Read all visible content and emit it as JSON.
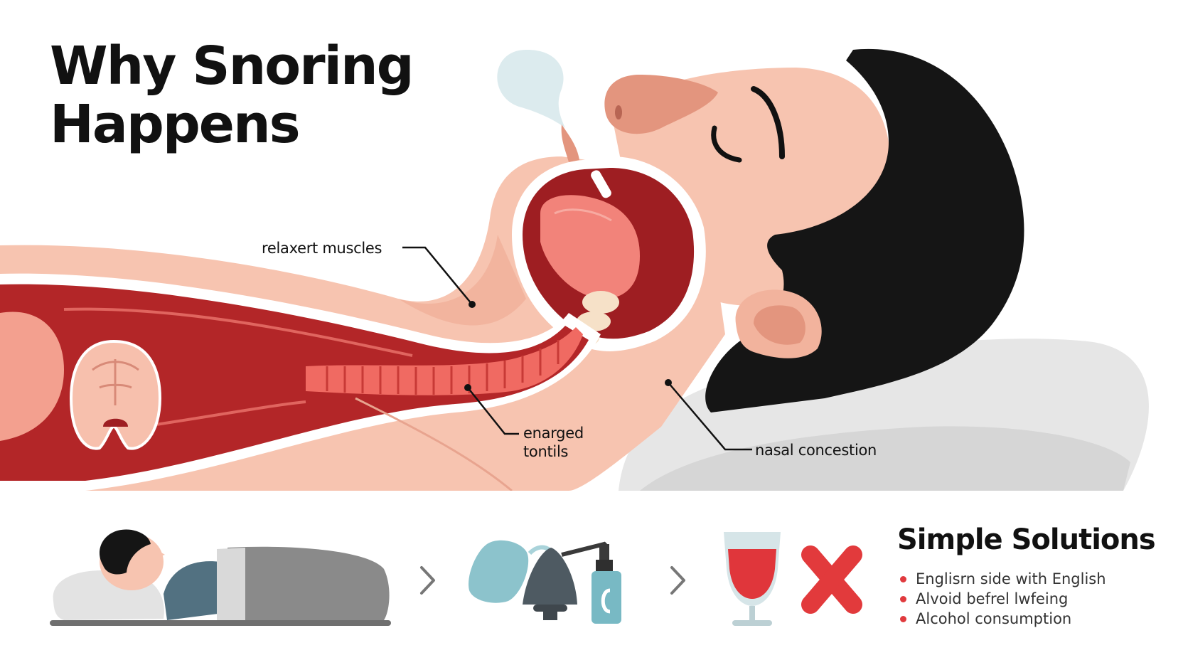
{
  "title": {
    "line1": "Why Snoring",
    "line2": "Happens"
  },
  "labels": {
    "muscles": "relaxert muscles",
    "tonsils_line1": "enarged",
    "tonsils_line2": "tontils",
    "nasal": "nasal concestion"
  },
  "solutions": {
    "title": "Simple Solutions",
    "items": [
      "Englisrn side with English",
      "Alvoid befrel lwfeing",
      "Alcohol consumption"
    ]
  },
  "icons": [
    "side-sleeping-icon",
    "chevron-right-icon",
    "nasal-spray-icon",
    "chevron-right-icon",
    "wine-glass-icon",
    "red-x-icon"
  ],
  "colors": {
    "skin": "#f6c6b3",
    "airway": "#b5282a",
    "tissue": "#f08078",
    "hair": "#151515",
    "pillow": "#e4e4e4",
    "bullet": "#e03a3e",
    "teal": "#78b9c4"
  }
}
